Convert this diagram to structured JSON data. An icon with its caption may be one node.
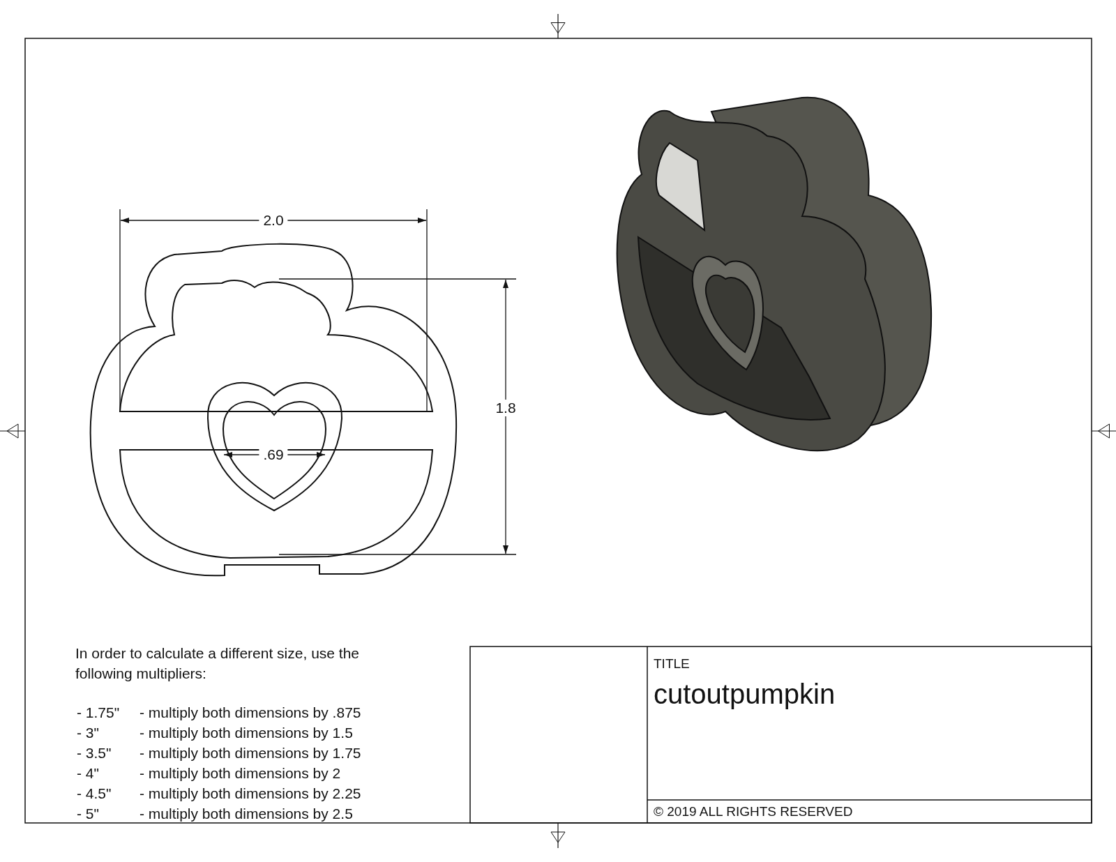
{
  "diagram": {
    "labels": [
      "2.0",
      "1.8",
      ".69",
      "In order to calculate a different size, use the following multipliers:",
      "- 1.75\"",
      "- multiply both dimensions by .875",
      "- 3\"",
      "- multiply both dimensions by 1.5",
      "- 3.5\"",
      "- multiply both dimensions by 1.75",
      "- 4\"",
      "- multiply both dimensions by 2",
      "- 4.5\"",
      "- multiply both dimensions by 2.25",
      "- 5\"",
      "- multiply both dimensions by 2.5",
      "TITLE",
      "cutoutpumpkin",
      "© 2019 ALL RIGHTS RESERVED"
    ]
  }
}
